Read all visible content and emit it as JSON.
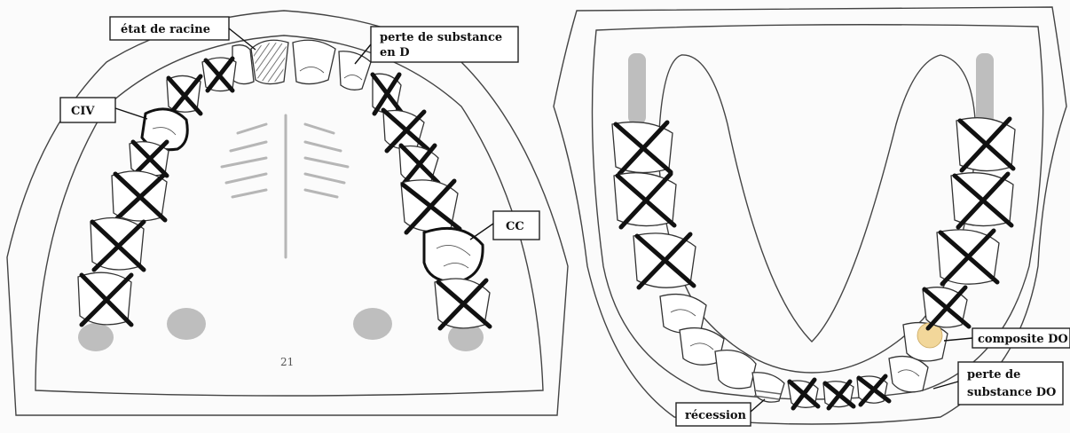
{
  "figure": {
    "upper_arch_labels": {
      "root_state": "état de racine",
      "substance_loss_d_line1": "perte de substance",
      "substance_loss_d_line2": "en D",
      "civ": "CIV",
      "cc": "CC"
    },
    "lower_arch_labels": {
      "composite": "composite DO",
      "substance_loss_do_line1": "perte de",
      "substance_loss_do_line2": "substance DO",
      "recession": "récession"
    },
    "upper_cast_mark": "21",
    "colors": {
      "composite_fill": "#f2d79a",
      "cross": "#111111"
    }
  }
}
